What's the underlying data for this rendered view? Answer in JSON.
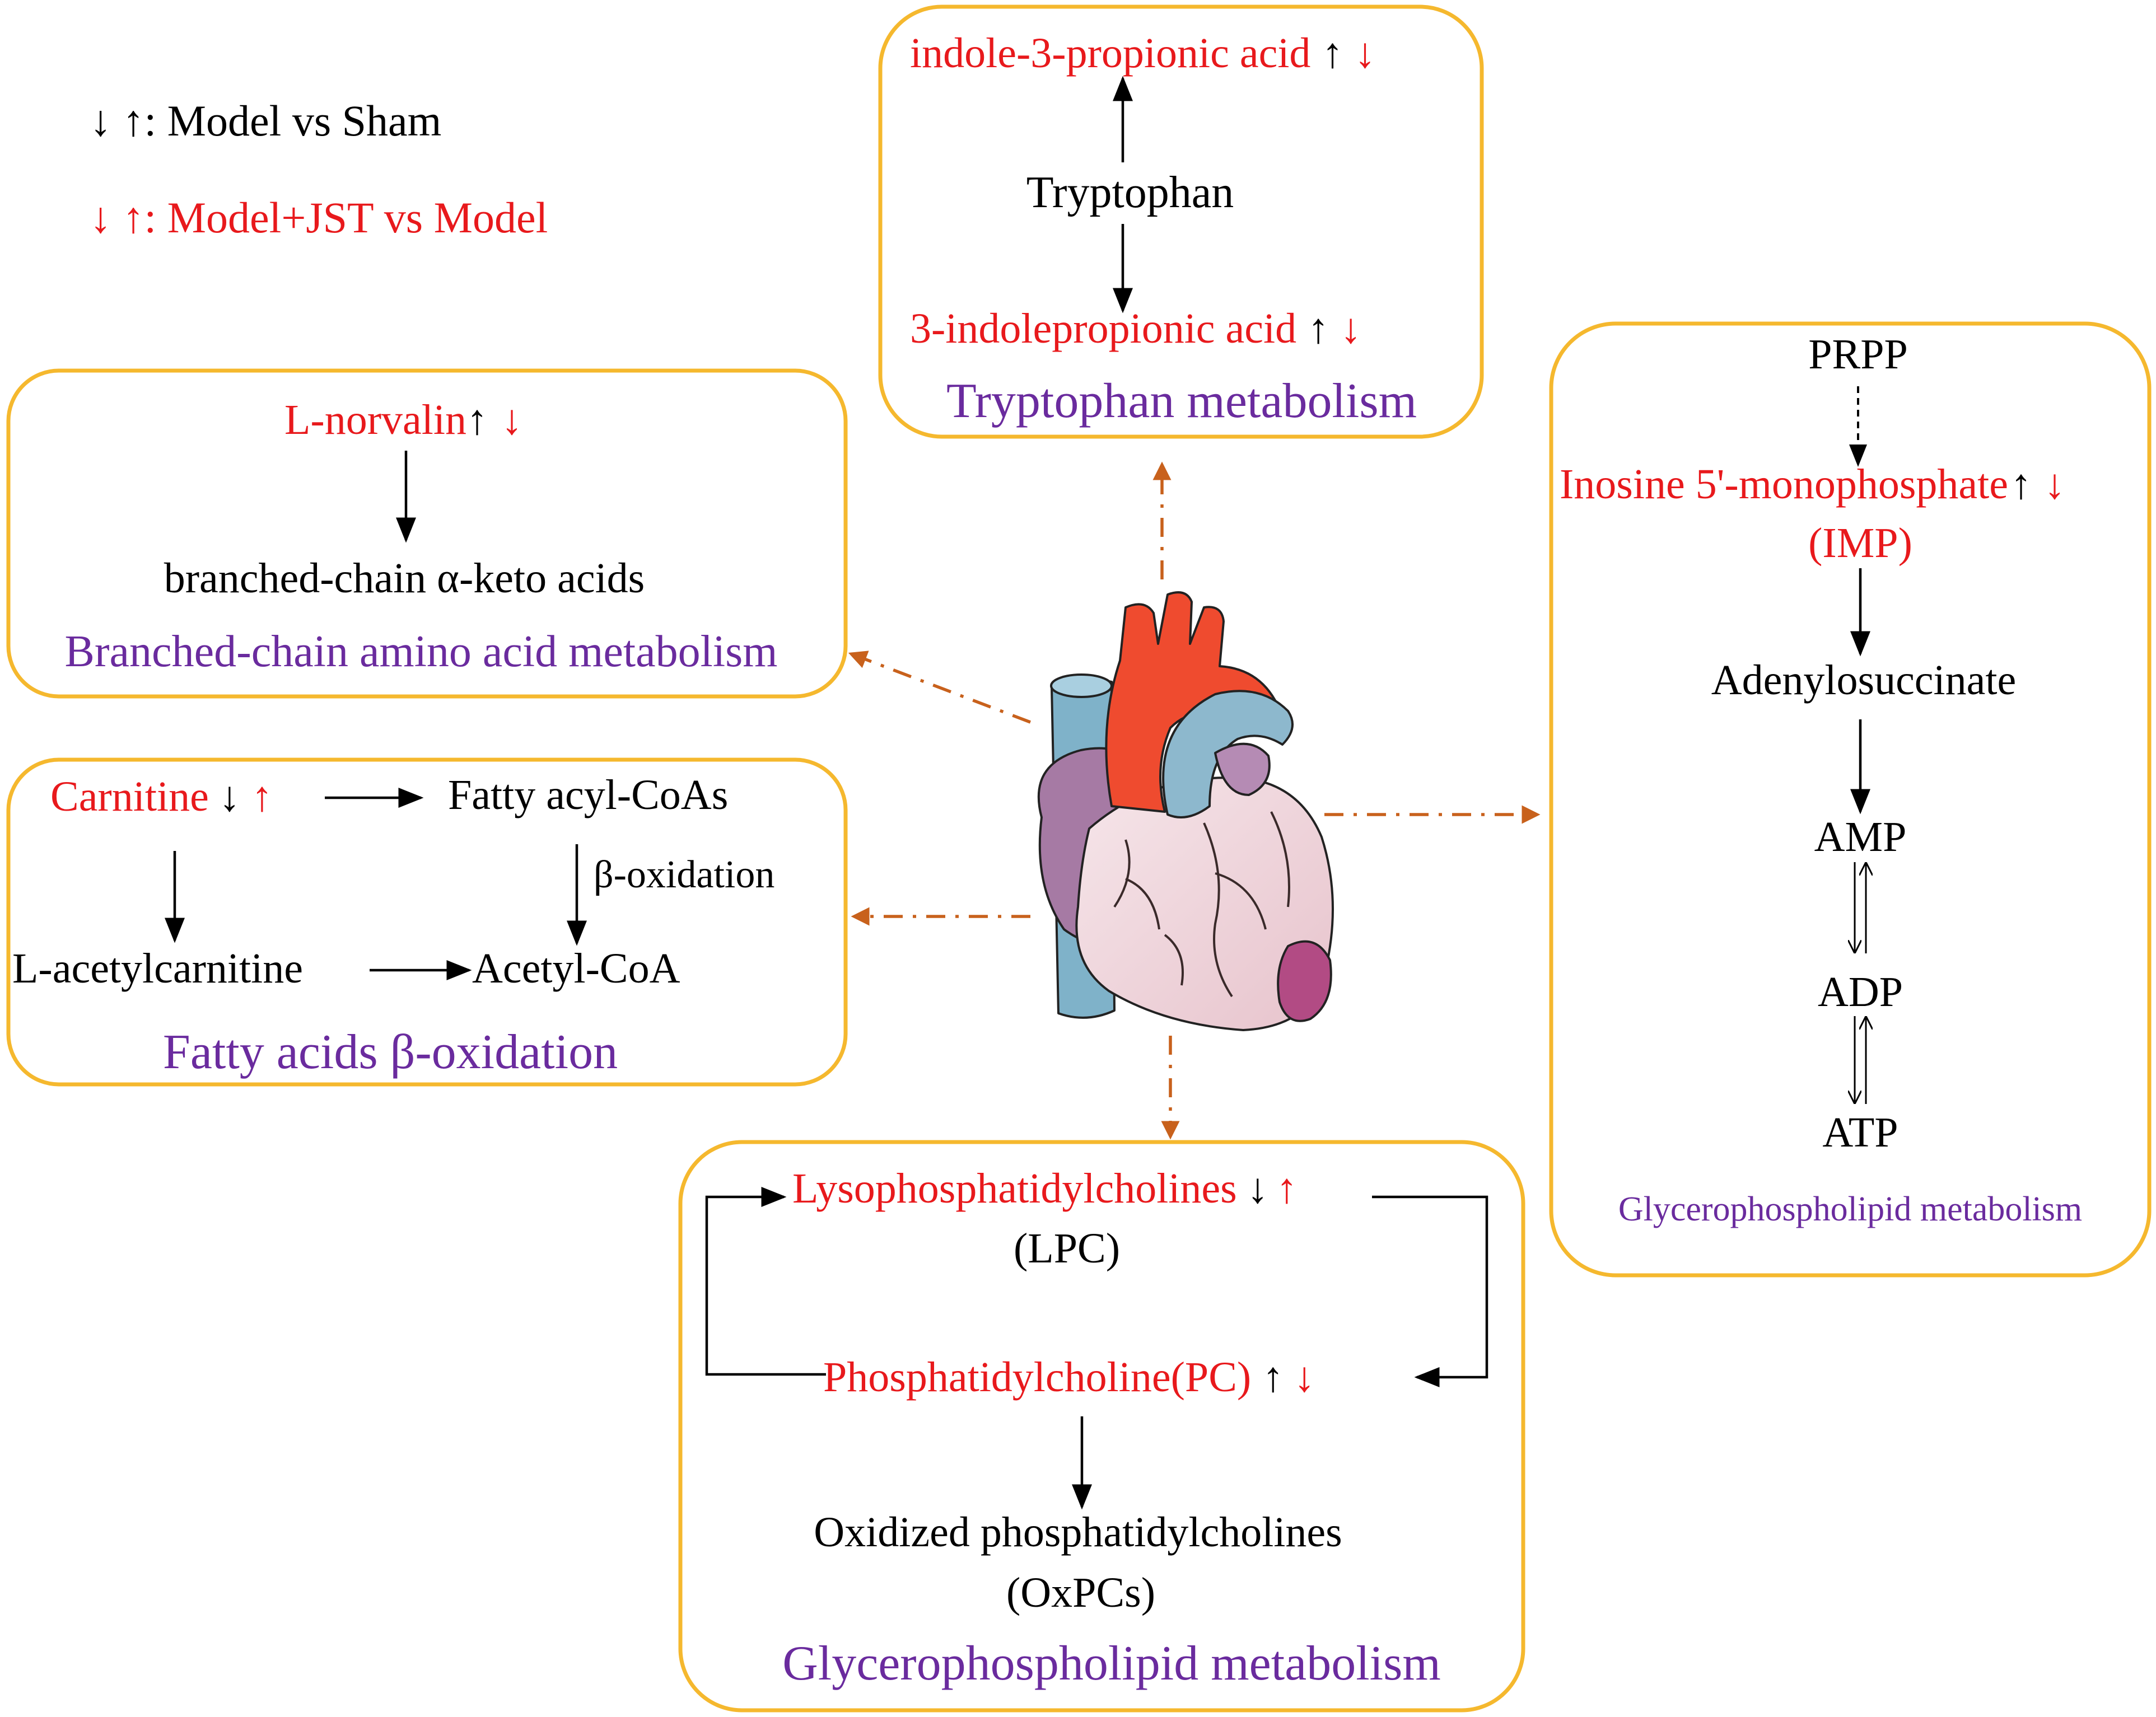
{
  "legend": {
    "model_vs_sham": {
      "arrows": "↓ ↑",
      "text": ": Model vs Sham"
    },
    "jst_vs_model": {
      "arrows": "↓ ↑",
      "text": ": Model+JST vs Model"
    }
  },
  "tryptophan": {
    "title": "Tryptophan metabolism",
    "top": {
      "label": "indole-3-propionic acid",
      "a1": "↑",
      "a2": "↓"
    },
    "middle": "Tryptophan",
    "bottom": {
      "label": "3-indolepropionic acid",
      "a1": "↑",
      "a2": "↓"
    }
  },
  "bcaa": {
    "title": "Branched-chain amino acid metabolism",
    "top": {
      "label": "L-norvalin",
      "a1": "↑",
      "a2": "↓"
    },
    "bottom": "branched-chain α-keto acids"
  },
  "fatty": {
    "title": "Fatty acids β-oxidation",
    "carnitine": {
      "label": "Carnitine",
      "a1": "↓",
      "a2": "↑"
    },
    "acyl": "Fatty acyl-CoAs",
    "beta_label": "β-oxidation",
    "lacetyl": "L-acetylcarnitine",
    "acetyl": "Acetyl-CoA"
  },
  "purine": {
    "title": "Glycerophospholipid metabolism",
    "prpp": "PRPP",
    "imp": {
      "label": "Inosine 5'-monophosphate",
      "a1": "↑",
      "a2": "↓",
      "abbr": "(IMP)"
    },
    "adenylo": "Adenylosuccinate",
    "amp": "AMP",
    "adp": "ADP",
    "atp": "ATP"
  },
  "glycero": {
    "title": "Glycerophospholipid metabolism",
    "lpc": {
      "label": "Lysophosphatidylcholines",
      "a1": "↓",
      "a2": "↑",
      "abbr": "(LPC)"
    },
    "pc": {
      "label": "Phosphatidylcholine(PC)",
      "a1": "↑",
      "a2": "↓"
    },
    "oxpc": {
      "line1": "Oxidized phosphatidylcholines",
      "line2": "(OxPCs)"
    }
  },
  "colors": {
    "changed_metabolite": "#e8191c",
    "pathway_title": "#6a2b9e",
    "box_border": "#f5b82e",
    "dashed_link": "#c8611c"
  }
}
